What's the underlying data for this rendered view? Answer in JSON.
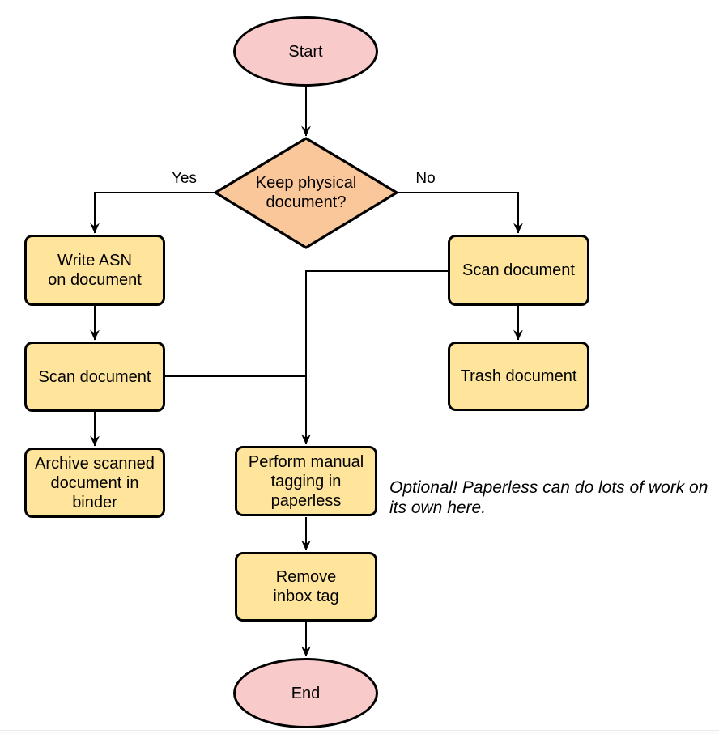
{
  "colors": {
    "terminal_fill": "#f8caca",
    "decision_fill": "#fac79b",
    "process_fill": "#ffe59b",
    "stroke": "#000000",
    "text": "#000000"
  },
  "nodes": {
    "start": {
      "label": "Start"
    },
    "decision": {
      "label": "Keep physical\ndocument?"
    },
    "write_asn": {
      "label": "Write ASN\non document"
    },
    "scan_left": {
      "label": "Scan document"
    },
    "archive": {
      "label": "Archive scanned\ndocument in\nbinder"
    },
    "scan_right": {
      "label": "Scan document"
    },
    "trash": {
      "label": "Trash document"
    },
    "tagging": {
      "label": "Perform manual\ntagging in\npaperless"
    },
    "remove_inbox": {
      "label": "Remove\ninbox tag"
    },
    "end": {
      "label": "End"
    }
  },
  "edge_labels": {
    "yes": "Yes",
    "no": "No"
  },
  "note": {
    "text": "Optional! Paperless can do lots of work on\nits own here."
  }
}
